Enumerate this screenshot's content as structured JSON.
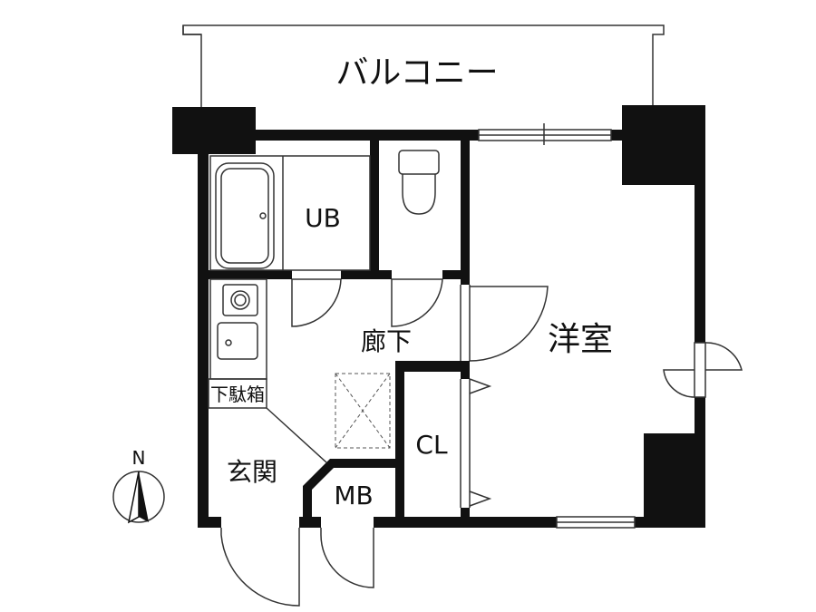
{
  "rooms": {
    "balcony": "バルコニー",
    "bath": "UB",
    "hallway": "廊下",
    "western_room": "洋室",
    "shoe_box": "下駄箱",
    "entrance": "玄関",
    "meter_box": "MB",
    "closet": "CL"
  },
  "compass": {
    "north": "N"
  },
  "colors": {
    "wall": "#111111",
    "line": "#333333",
    "background": "#ffffff"
  }
}
